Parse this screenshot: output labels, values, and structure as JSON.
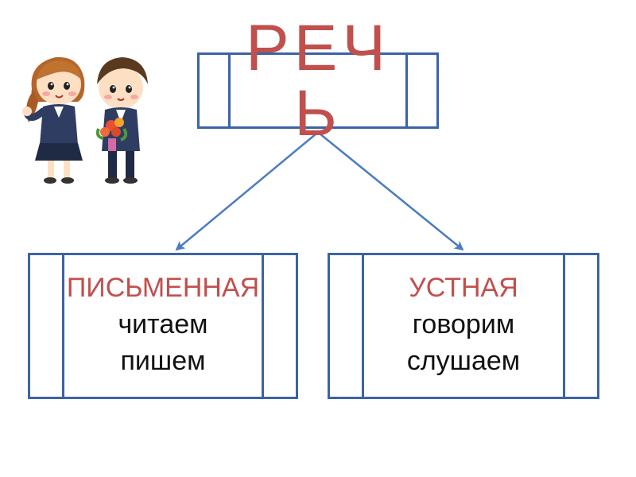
{
  "diagram": {
    "title": "РЕЧЬ",
    "left": {
      "heading": "ПИСЬМЕННАЯ",
      "lines": [
        "читаем",
        "пишем"
      ]
    },
    "right": {
      "heading": "УСТНАЯ",
      "lines": [
        "говорим",
        "слушаем"
      ]
    }
  },
  "colors": {
    "border": "#3b63a8",
    "accent": "#c0504d",
    "text": "#111111",
    "arrow": "#4a7cc0"
  },
  "illustration": {
    "icon": "schoolchildren-icon"
  }
}
